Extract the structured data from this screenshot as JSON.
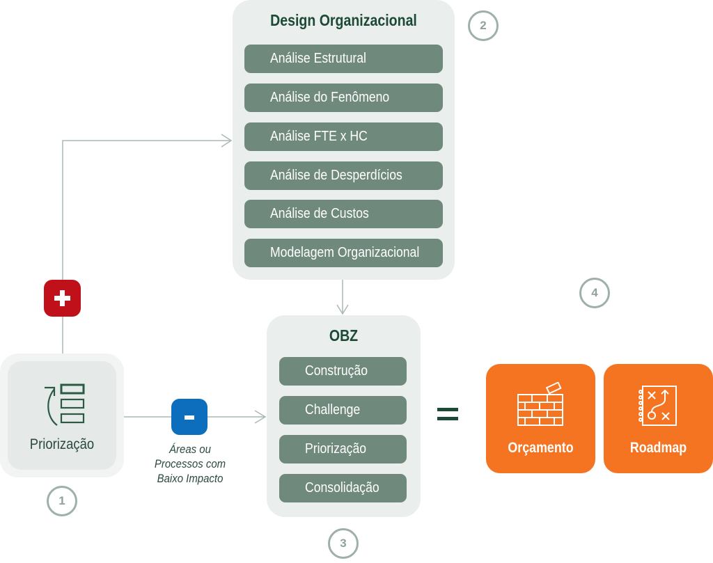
{
  "design": {
    "title": "Design Organizacional",
    "items": [
      "Análise Estrutural",
      "Análise do Fenômeno",
      "Análise FTE x HC",
      "Análise de Desperdícios",
      "Análise de Custos",
      "Modelagem Organizacional"
    ],
    "step": "2"
  },
  "obz": {
    "title": "OBZ",
    "items": [
      "Construção",
      "Challenge",
      "Priorização",
      "Consolidação"
    ],
    "step": "3"
  },
  "priorizacao": {
    "label": "Priorização",
    "step": "1"
  },
  "plus_badge": {
    "symbol": "+",
    "color": "#c0101a"
  },
  "minus_badge": {
    "symbol": "-",
    "color": "#0d6ebd",
    "caption": [
      "Áreas ou",
      "Processos com",
      "Baixo Impacto"
    ]
  },
  "equals": "=",
  "results": {
    "step": "4",
    "cards": [
      {
        "label": "Orçamento",
        "icon": "brick-wall-icon"
      },
      {
        "label": "Roadmap",
        "icon": "strategy-plan-icon"
      }
    ],
    "color": "#f47421"
  }
}
